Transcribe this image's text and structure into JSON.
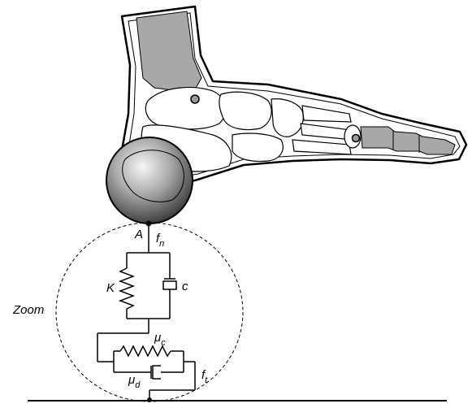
{
  "labels": {
    "point": "A",
    "normal_force": "f",
    "normal_force_sub": "n",
    "stiffness": "K",
    "damping": "c",
    "zoom": "Zoom",
    "mu_c": "μ",
    "mu_c_sub": "c",
    "mu_d": "μ",
    "mu_d_sub": "d",
    "tangential_force": "f",
    "tangential_force_sub": "t"
  },
  "colors": {
    "bone_fill": "#ffffff",
    "bone_shaded": "#a8a8a8",
    "skin_outline": "#000000",
    "sphere_light": "#f4f4f4",
    "sphere_dark": "#3a3a3a"
  }
}
